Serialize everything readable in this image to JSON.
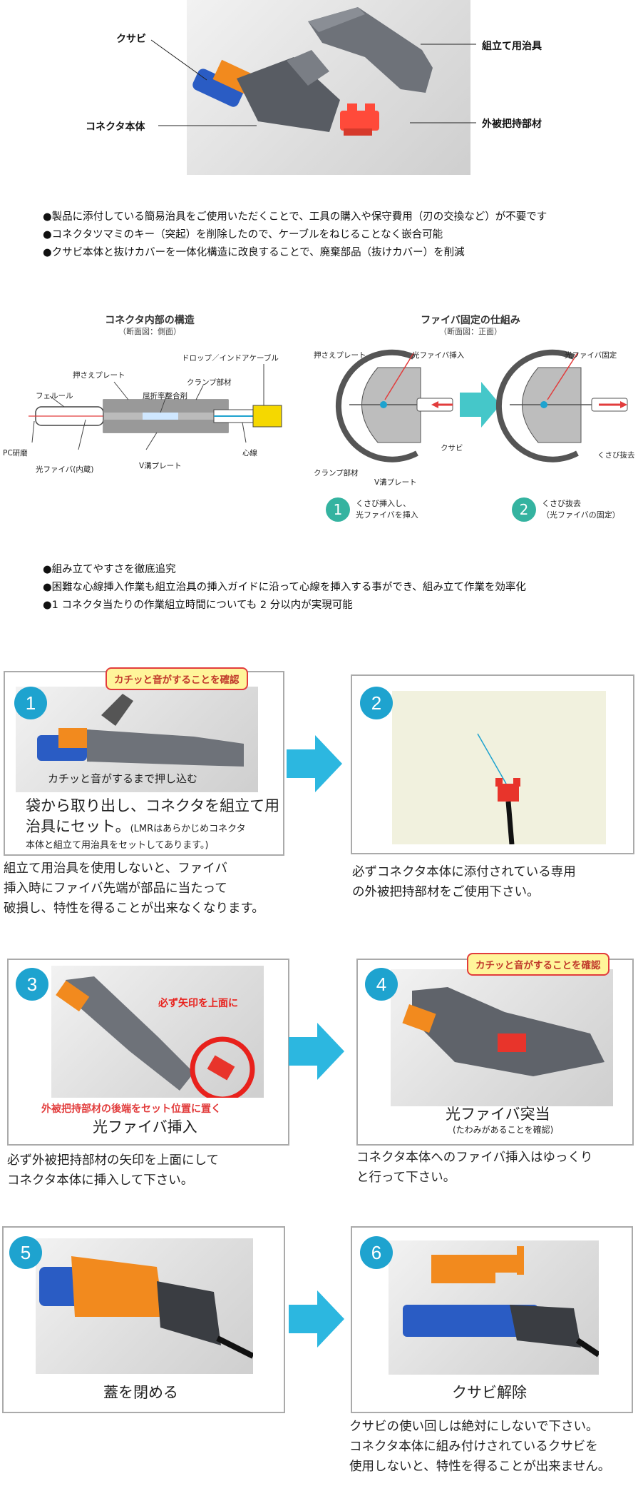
{
  "top": {
    "labels": {
      "wedge": "クサビ",
      "connector_body": "コネクタ本体",
      "assembly_jig": "組立て用治具",
      "jacket_holder": "外被把持部材"
    },
    "bullets": [
      "●製品に添付している簡易治具をご使用いただくことで、工具の購入や保守費用（刃の交換など）が不要です",
      "●コネクタツマミのキー（突起）を削除したので、ケーブルをねじることなく嵌合可能",
      "●クサビ本体と抜けカバーを一体化構造に改良することで、廃棄部品（抜けカバー）を削減"
    ]
  },
  "diagram": {
    "left_title": "コネクタ内部の構造",
    "left_subtitle": "（断面図：側面）",
    "left_labels": {
      "drop_cable": "ドロップ／インドアケーブル",
      "press_plate": "押さえプレート",
      "clamp": "クランプ部材",
      "ferrule": "フェルール",
      "index_gel": "屈折率整合剤",
      "pc_polish": "PC研磨",
      "core": "心線",
      "v_groove": "V溝プレート",
      "fiber_built_in": "光ファイバ(内蔵)"
    },
    "right_title": "ファイバ固定の仕組み",
    "right_subtitle": "（断面図：正面）",
    "right_labels": {
      "press_plate": "押さえプレート",
      "fiber_insert": "光ファイバ挿入",
      "fiber_fixed": "光ファイバ固定",
      "wedge": "クサビ",
      "wedge_remove": "くさび抜去",
      "clamp": "クランプ部材",
      "v_groove": "V溝プレート"
    },
    "steps": [
      {
        "num": "1",
        "text1": "くさび挿入し、",
        "text2": "光ファイバを挿入"
      },
      {
        "num": "2",
        "text1": "くさび抜去",
        "text2": "（光ファイバの固定）"
      }
    ]
  },
  "bullets2": [
    "●組み立てやすさを徹底追究",
    "●困難な心線挿入作業も組立治具の挿入ガイドに沿って心線を挿入する事ができ、組み立て作業を効率化",
    "●1 コネクタ当たりの作業組立時間についても 2 分以内が実現可能"
  ],
  "steps": [
    {
      "num": "1",
      "callout": "カチッと音がすることを確認",
      "photo_text": "カチッと音がするまで押し込む",
      "caption_line1": "袋から取り出し、コネクタを組立て用",
      "caption_line2": "治具にセット。",
      "caption_small1": "(LMRはあらかじめコネクタ",
      "caption_small2": "本体と組立て用治具をセットしてあります。)",
      "note": [
        "組立て用治具を使用しないと、ファイバ",
        "挿入時にファイバ先端が部品に当たって",
        "破損し、特性を得ることが出来なくなります。"
      ]
    },
    {
      "num": "2",
      "note": [
        "必ずコネクタ本体に添付されている専用",
        "の外被把持部材をご使用下さい。"
      ]
    },
    {
      "num": "3",
      "red_top": "必ず矢印を上面に",
      "red_bottom": "外被把持部材の後端をセット位置に置く",
      "caption": "光ファイバ挿入",
      "note": [
        "必ず外被把持部材の矢印を上面にして",
        "コネクタ本体に挿入して下さい。"
      ]
    },
    {
      "num": "4",
      "callout": "カチッと音がすることを確認",
      "caption": "光ファイバ突当",
      "caption_sub": "(たわみがあることを確認)",
      "note": [
        "コネクタ本体へのファイバ挿入はゆっくり",
        "と行って下さい。"
      ]
    },
    {
      "num": "5",
      "caption": "蓋を閉める"
    },
    {
      "num": "6",
      "caption": "クサビ解除",
      "note": [
        "クサビの使い回しは絶対にしないで下さい。",
        "コネクタ本体に組み付けされているクサビを",
        "使用しないと、特性を得ることが出来ません。"
      ]
    }
  ],
  "colors": {
    "accent_blue": "#1ea3cf",
    "arrow_blue": "#2cb7e0",
    "orange": "#f28a1e",
    "connector_blue": "#2a5cc4",
    "red": "#e23c3c",
    "gray_part": "#6e7279"
  }
}
